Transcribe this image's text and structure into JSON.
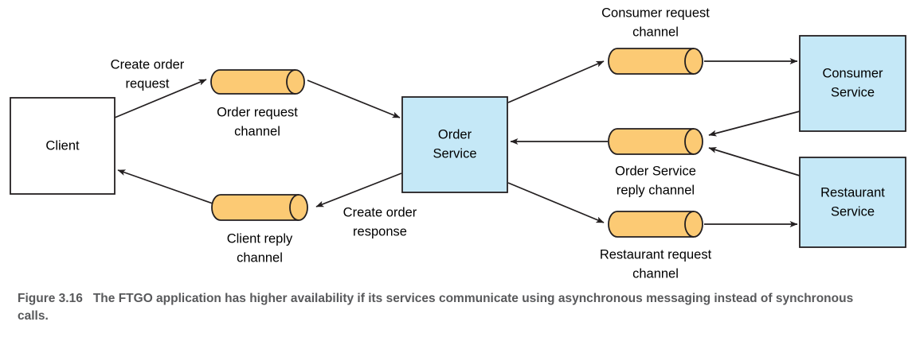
{
  "figure": {
    "number": "Figure 3.16",
    "caption": "The FTGO application has higher availability if its services communicate using asynchronous messaging instead of synchronous calls."
  },
  "colors": {
    "service_fill": "#c5e8f7",
    "channel_fill": "#fcca74",
    "stroke": "#231f20",
    "caption_text": "#58595b",
    "background": "#ffffff"
  },
  "nodes": {
    "client": {
      "label_line1": "Client",
      "kind": "external-box"
    },
    "order_service": {
      "label_line1": "Order",
      "label_line2": "Service",
      "kind": "service-box"
    },
    "consumer_service": {
      "label_line1": "Consumer",
      "label_line2": "Service",
      "kind": "service-box"
    },
    "restaurant_service": {
      "label_line1": "Restaurant",
      "label_line2": "Service",
      "kind": "service-box"
    }
  },
  "channels": {
    "order_request": {
      "label_line1": "Order request",
      "label_line2": "channel"
    },
    "client_reply": {
      "label_line1": "Client reply",
      "label_line2": "channel"
    },
    "consumer_request": {
      "label_line1": "Consumer request",
      "label_line2": "channel"
    },
    "order_service_reply": {
      "label_line1": "Order Service",
      "label_line2": "reply channel"
    },
    "restaurant_request": {
      "label_line1": "Restaurant request",
      "label_line2": "channel"
    }
  },
  "edge_labels": {
    "create_order_request": {
      "line1": "Create order",
      "line2": "request"
    },
    "create_order_response": {
      "line1": "Create order",
      "line2": "response"
    }
  }
}
